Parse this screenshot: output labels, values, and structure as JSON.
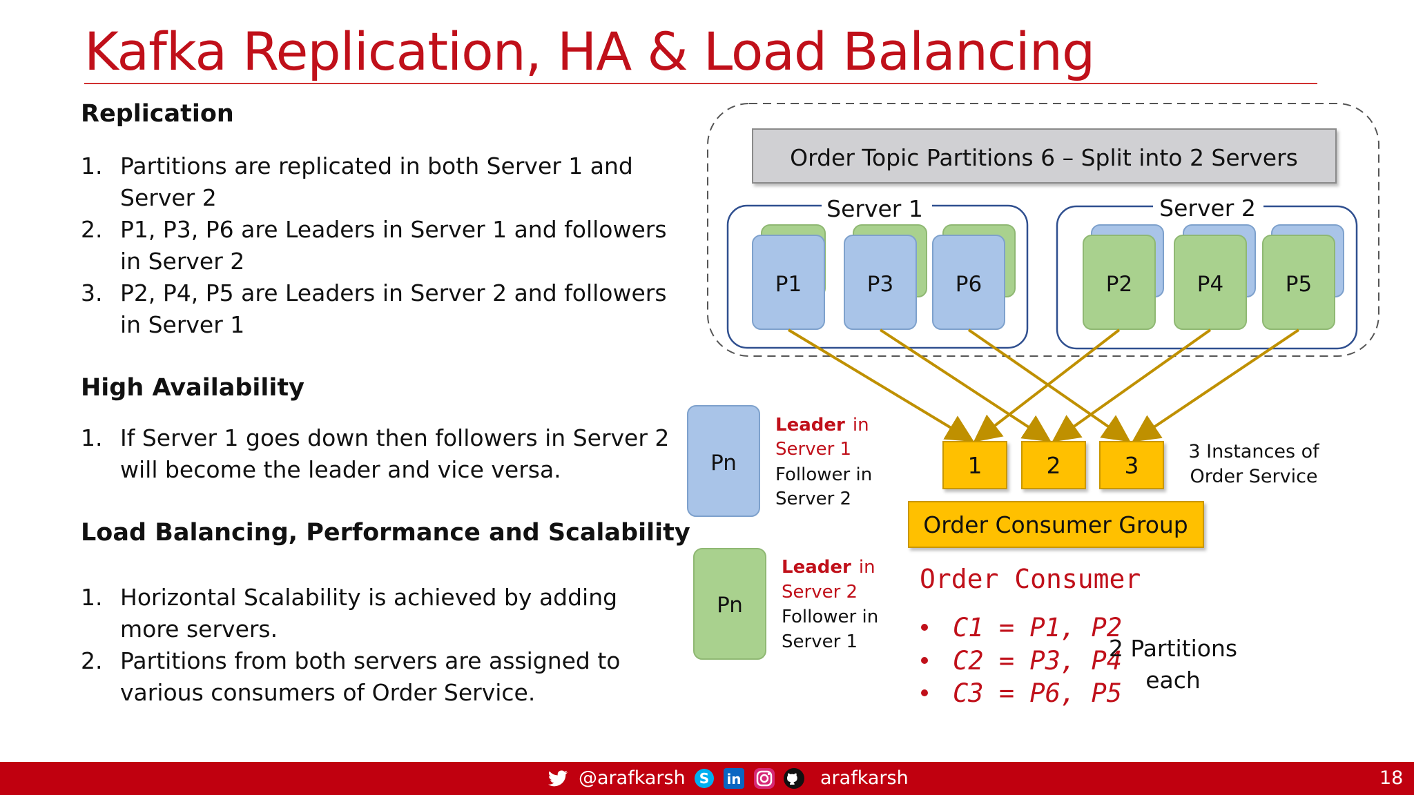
{
  "title": "Kafka Replication, HA & Load Balancing",
  "sections": {
    "replication": {
      "heading": "Replication",
      "items": [
        {
          "num": "1.",
          "text": "Partitions are replicated in both Server 1 and Server 2"
        },
        {
          "num": "2.",
          "text": "P1, P3, P6 are Leaders in Server 1 and followers in Server 2"
        },
        {
          "num": "3.",
          "text": "P2, P4, P5 are Leaders in Server 2 and followers in Server 1"
        }
      ]
    },
    "ha": {
      "heading": "High Availability",
      "items": [
        {
          "num": "1.",
          "text": "If Server 1 goes down then followers in Server 2 will become the leader and vice versa."
        }
      ]
    },
    "lb": {
      "heading": "Load Balancing, Performance and Scalability",
      "items": [
        {
          "num": "1.",
          "text": "Horizontal Scalability is achieved by adding more servers."
        },
        {
          "num": "2.",
          "text": "Partitions from both servers are assigned to various consumers of Order Service."
        }
      ]
    }
  },
  "diagram": {
    "topic_label": "Order Topic Partitions 6 – Split into 2 Servers",
    "server1": {
      "label": "Server 1",
      "partitions": [
        "P1",
        "P3",
        "P6"
      ]
    },
    "server2": {
      "label": "Server 2",
      "partitions": [
        "P2",
        "P4",
        "P5"
      ]
    },
    "legend_blue": {
      "pn": "Pn",
      "leader_word": "Leader",
      "in_word": "in",
      "leader_server": "Server 1",
      "follower_line": "Follower in",
      "follower_server": "Server 2"
    },
    "legend_green": {
      "pn": "Pn",
      "leader_word": "Leader",
      "in_word": "in",
      "leader_server": "Server 2",
      "follower_line": "Follower in",
      "follower_server": "Server 1"
    },
    "instances": [
      "1",
      "2",
      "3"
    ],
    "instances_note": [
      "3 Instances of",
      "Order Service"
    ],
    "consumer_group": "Order Consumer Group",
    "consumer_title": "Order Consumer",
    "consumers": [
      "C1 = P1, P2",
      "C2 = P3, P4",
      "C3 = P6, P5"
    ],
    "partitions_note": [
      "2 Partitions",
      "each"
    ]
  },
  "colors": {
    "title_red": "#c0101a",
    "footer_red": "#c0000f",
    "leader_blue": "#a9c4e8",
    "leader_green": "#a9d18e",
    "instance_yellow": "#ffc000",
    "arrow_gold": "#bf9000",
    "topic_gray": "#d0d0d3"
  },
  "footer": {
    "twitter_handle": "@arafkarsh",
    "social_handle": "arafkarsh",
    "page_number": "18",
    "icons": [
      "twitter-icon",
      "skype-icon",
      "linkedin-icon",
      "instagram-icon",
      "github-icon"
    ]
  }
}
